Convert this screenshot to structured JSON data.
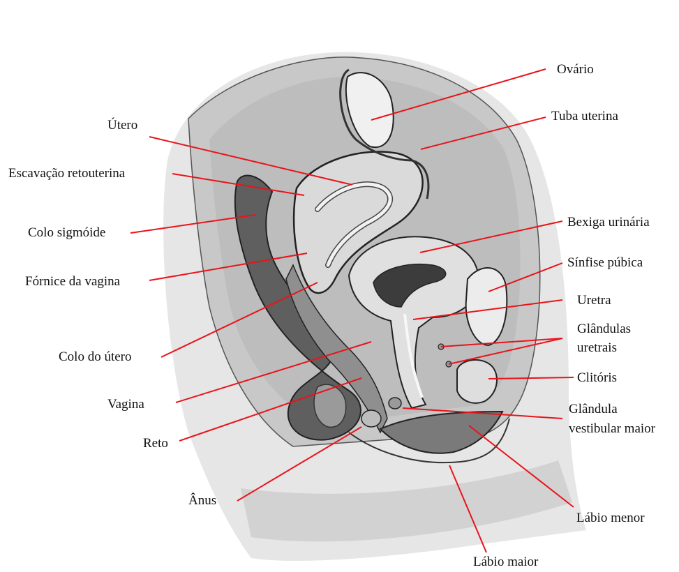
{
  "labels": {
    "ovario": "Ovário",
    "tuba": "Tuba uterina",
    "utero": "Útero",
    "escavacao": "Escavação retouterina",
    "colo_sigmoide": "Colo sigmóide",
    "bexiga": "Bexiga urinária",
    "sinfise": "Sínfise púbica",
    "fornice": "Fórnice da vagina",
    "uretra": "Uretra",
    "glandulas_l1": "Glândulas",
    "glandulas_l2": "uretrais",
    "clitoris": "Clitóris",
    "colo_utero": "Colo do útero",
    "glandula_l1": "Glândula",
    "glandula_l2": "vestibular maior",
    "vagina": "Vagina",
    "reto": "Reto",
    "anus": "Ânus",
    "labio_menor": "Lábio menor",
    "labio_maior": "Lábio maior"
  },
  "colors": {
    "leader_line": "#e8141b",
    "outline": "#2a2a2a",
    "background_tissue": "#d9d9d9",
    "cavity": "#a9a9a9",
    "organ_light": "#ececec",
    "rectum_dark": "#6e6e6e"
  }
}
